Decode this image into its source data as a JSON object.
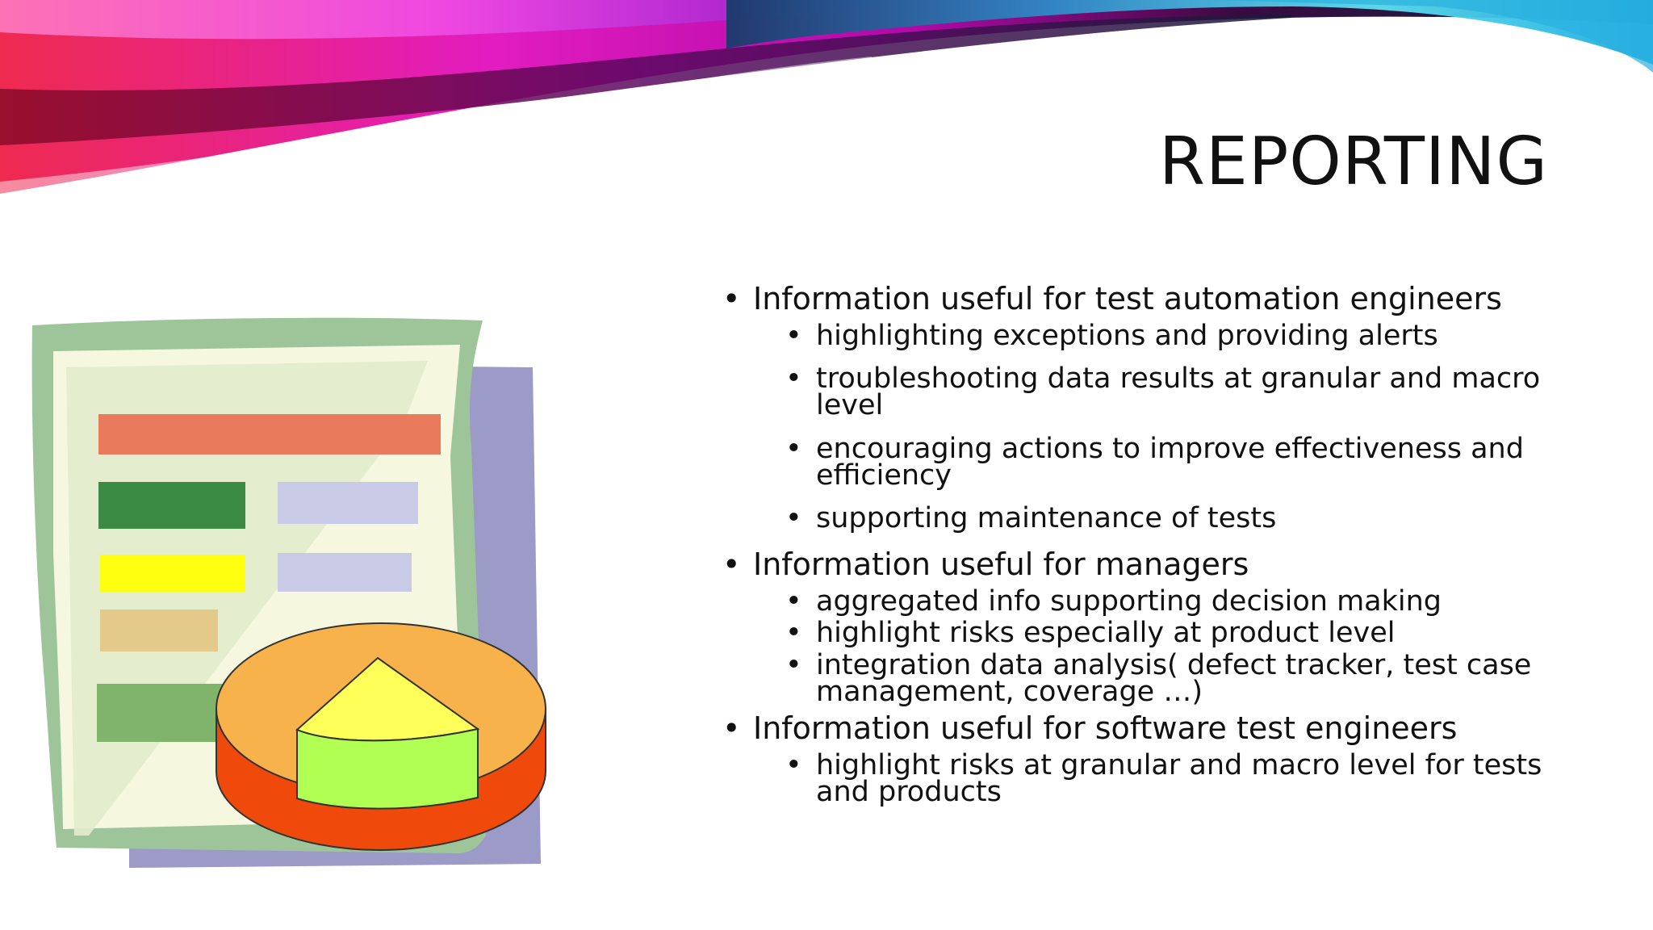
{
  "slide": {
    "title": "REPORTING",
    "sections": [
      {
        "label": "Information useful for test automation engineers",
        "items": [
          "highlighting exceptions and providing alerts",
          "troubleshooting data results at granular and macro level",
          "encouraging actions to improve effectiveness and efficiency",
          "supporting maintenance of tests"
        ]
      },
      {
        "label": "Information useful for managers",
        "items": [
          "aggregated info supporting decision making",
          "highlight risks especially at product level",
          "integration data analysis( defect tracker, test case management, coverage …)"
        ]
      },
      {
        "label": "Information useful for software test engineers",
        "items": [
          "highlight risks at granular and macro level for tests and products"
        ]
      }
    ]
  },
  "icons": {
    "decoration": "swoosh-ribbon",
    "illustration": "report-pie-chart-icon"
  },
  "colors": {
    "ribbon_magenta": "#e81ad6",
    "ribbon_red": "#e8204a",
    "ribbon_cyan": "#38c8e8",
    "paper_frame": "#9ec59a",
    "paper_back": "#9a98c4",
    "pie_orange": "#f8b24c",
    "pie_red": "#ef4a0c",
    "pie_yellow": "#ffff5a",
    "pie_green": "#b0ff52"
  }
}
